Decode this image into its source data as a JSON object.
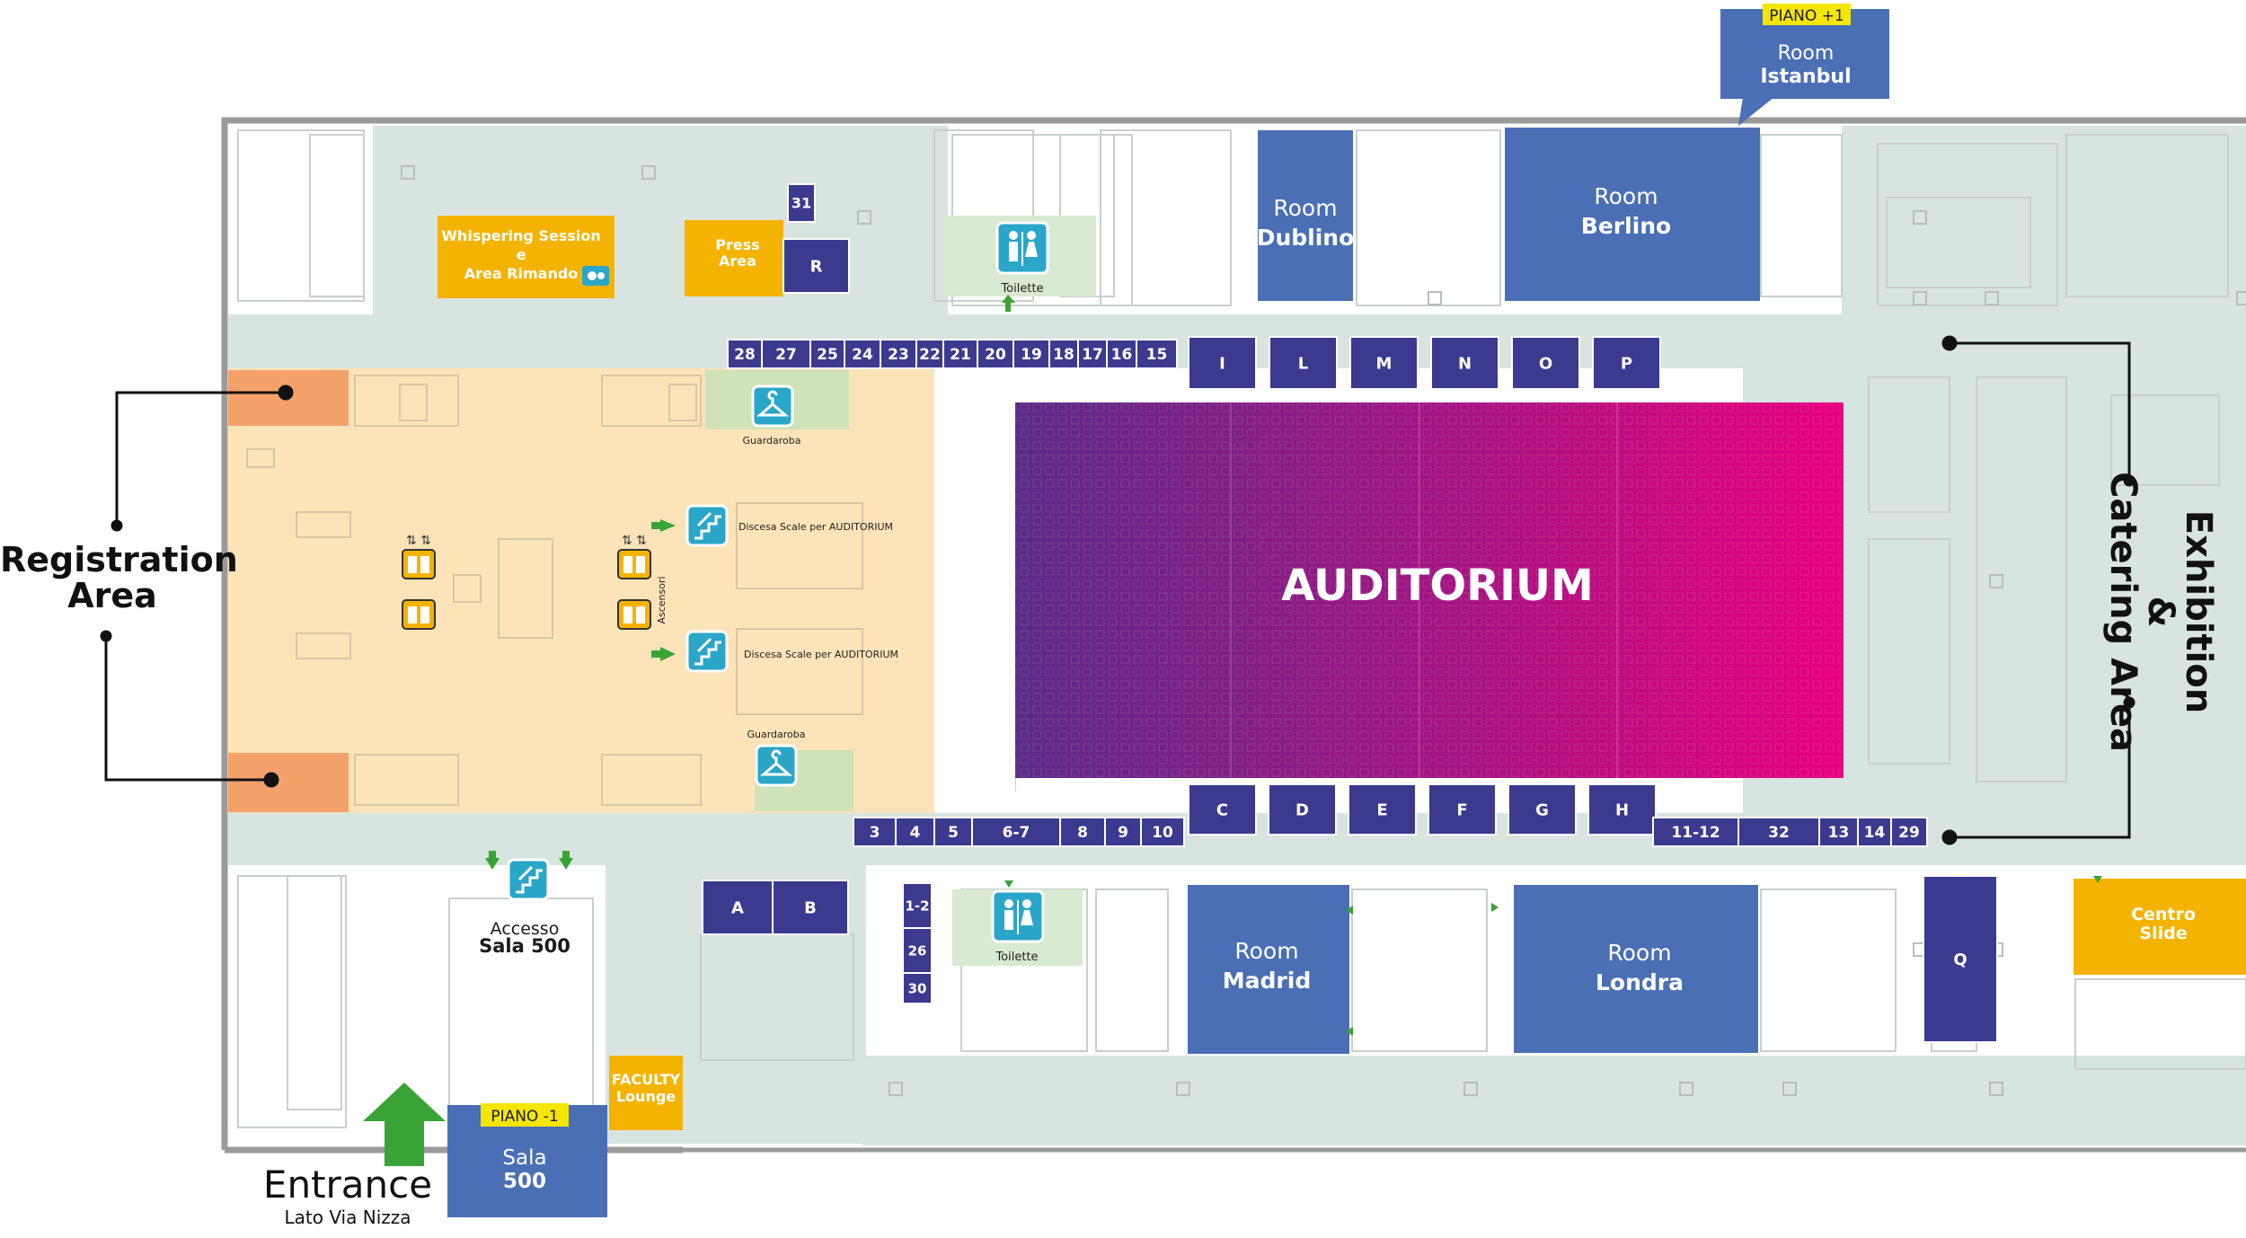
{
  "colors": {
    "corridor": "#d8e4df",
    "wing_fill": "#ffffff",
    "registration": "#fde3b8",
    "registration_accent": "#f4a16b",
    "room_blue": "#4a6fb5",
    "room_navy": "#3b3a8f",
    "amber": "#f5b301",
    "auditorium_from": "#5b2a86",
    "auditorium_to": "#e6007e",
    "green": "#3aa335",
    "icon_bg": "#2aa6c9",
    "yellow_tag": "#f5e600"
  },
  "labels": {
    "registration": [
      "Registration",
      "Area"
    ],
    "exhibition": [
      "Exhibition",
      "&",
      "Catering Area"
    ],
    "entrance_title": "Entrance",
    "entrance_sub": "Lato Via Nizza",
    "auditorium": "AUDITORIUM",
    "whispering": [
      "Whispering Session",
      "e",
      "Area Rimando"
    ],
    "press": [
      "Press",
      "Area"
    ],
    "faculty": [
      "FACULTY",
      "Lounge"
    ],
    "centro_slide": [
      "Centro",
      "Slide"
    ],
    "accesso": [
      "Accesso",
      "Sala 500"
    ],
    "sala500": [
      "Sala",
      "500"
    ],
    "piano_minus": "PIANO -1",
    "piano_plus": "PIANO +1",
    "istanbul": [
      "Room",
      "Istanbul"
    ],
    "dublino": [
      "Room",
      "Dublino"
    ],
    "berlino": [
      "Room",
      "Berlino"
    ],
    "madrid": [
      "Room",
      "Madrid"
    ],
    "londra": [
      "Room",
      "Londra"
    ],
    "guardaroba_top": "Guardaroba",
    "guardaroba_bottom": "Guardaroba",
    "toilette_top": "Toilette",
    "toilette_bottom": "Toilette",
    "discesa_1": "Discesa  Scale per AUDITORIUM",
    "discesa_2": "Discesa  Scale per AUDITORIUM",
    "ascensori": "Ascensori"
  },
  "booths": {
    "top_numbers": [
      "28",
      "27",
      "25",
      "24",
      "23",
      "22",
      "21",
      "20",
      "19",
      "18",
      "17",
      "16",
      "15"
    ],
    "top_letters": [
      "I",
      "L",
      "M",
      "N",
      "O",
      "P"
    ],
    "bottom_numbers": [
      "3",
      "4",
      "5",
      "6-7",
      "8",
      "9",
      "10"
    ],
    "bottom_letters": [
      "C",
      "D",
      "E",
      "F",
      "G",
      "H"
    ],
    "bottom_right": [
      "11-12",
      "32",
      "13",
      "14",
      "29"
    ],
    "upper_small": [
      "31",
      "R"
    ],
    "lower_ab": [
      "A",
      "B"
    ],
    "lower_stack": [
      "1-2",
      "26",
      "30"
    ],
    "q": "Q"
  },
  "icons": [
    "toilet-icon",
    "cloakroom-icon",
    "stairs-icon",
    "elevator-icon",
    "camera-icon",
    "arrow-icon"
  ]
}
